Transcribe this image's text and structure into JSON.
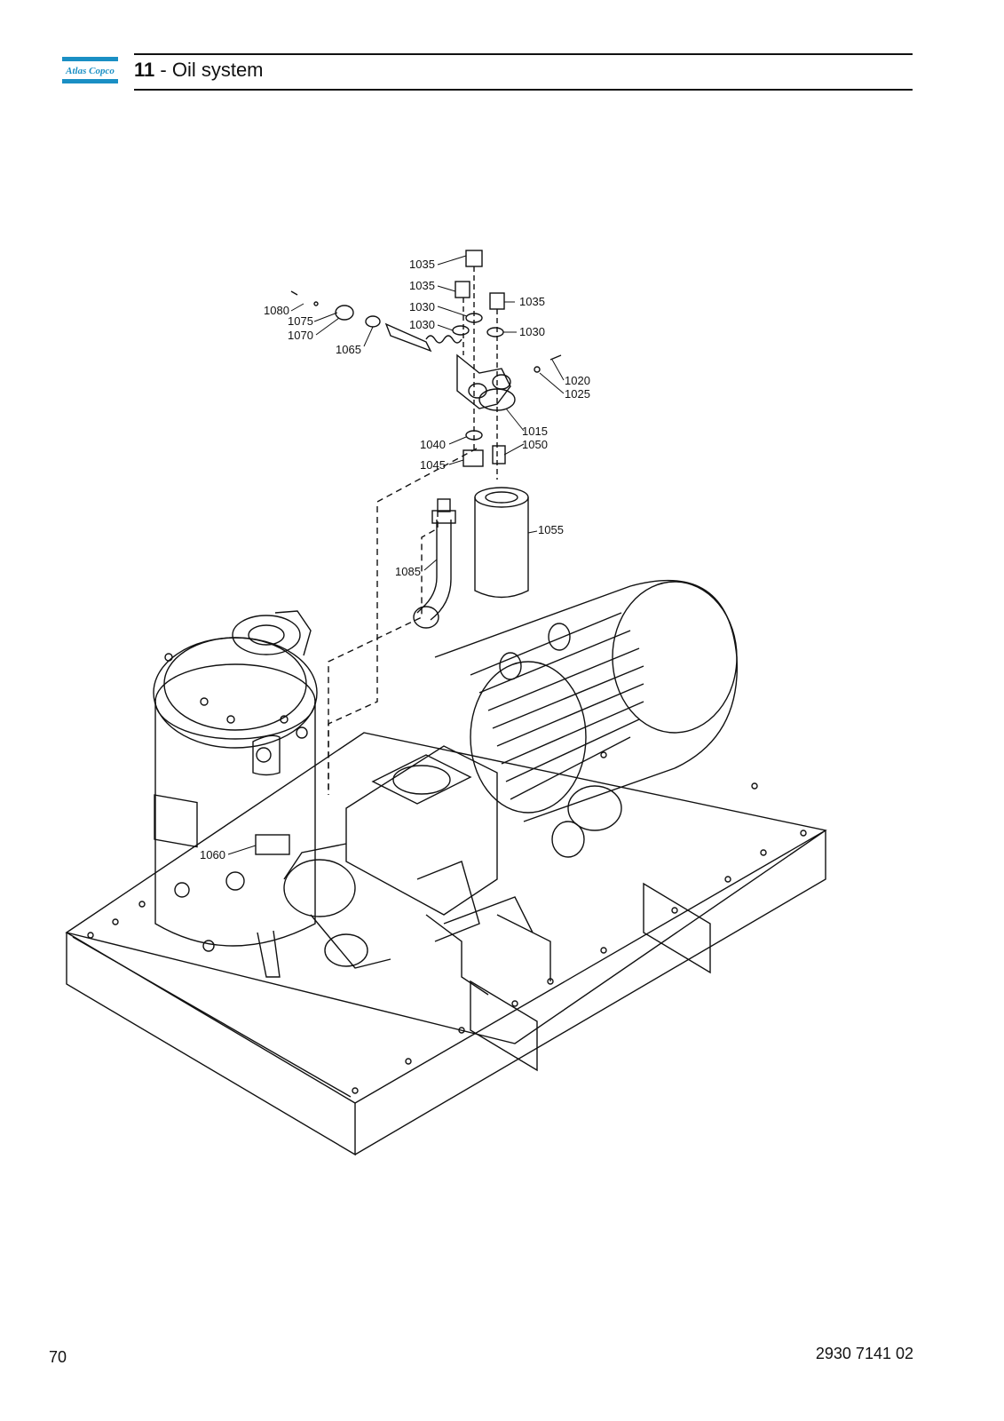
{
  "header": {
    "logo_text": "Atlas Copco",
    "chapter_number": "11",
    "separator": " - ",
    "chapter_title": "Oil system"
  },
  "colors": {
    "brand": "#1a8fc4",
    "line": "#111111"
  },
  "callouts": {
    "c1035a": "1035",
    "c1035b": "1035",
    "c1035c": "1035",
    "c1030a": "1030",
    "c1030b": "1030",
    "c1030c": "1030",
    "c1080": "1080",
    "c1075": "1075",
    "c1070": "1070",
    "c1065": "1065",
    "c1020": "1020",
    "c1025": "1025",
    "c1015": "1015",
    "c1040": "1040",
    "c1050": "1050",
    "c1045": "1045",
    "c1055": "1055",
    "c1085": "1085",
    "c1060": "1060"
  },
  "footer": {
    "page_number": "70",
    "document_number": "2930 7141 02"
  }
}
